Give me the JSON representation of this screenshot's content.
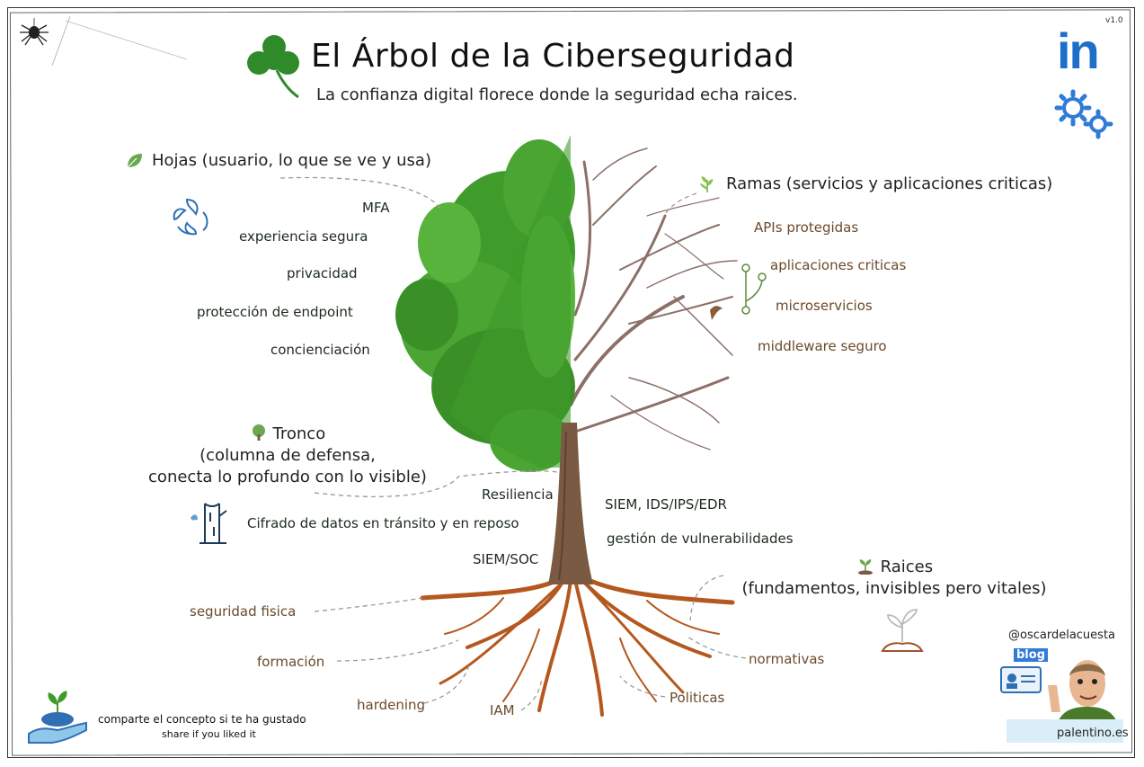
{
  "header": {
    "title": "El Árbol de la Ciberseguridad",
    "subtitle": "La confianza digital florece donde la seguridad echa raices.",
    "version": "v1.0"
  },
  "hojas": {
    "heading": "Hojas (usuario, lo que se ve y usa)",
    "items": [
      "MFA",
      "experiencia segura",
      "privacidad",
      "protección de endpoint",
      "concienciación"
    ]
  },
  "ramas": {
    "heading": "Ramas (servicios y aplicaciones criticas)",
    "items": [
      "APIs protegidas",
      "aplicaciones criticas",
      "microservicios",
      "middleware seguro"
    ]
  },
  "tronco": {
    "heading": "Tronco",
    "line2": "(columna de defensa,",
    "line3": "conecta lo profundo con lo visible)",
    "items_left": [
      "Resiliencia",
      "Cifrado de datos en tránsito y en reposo",
      "SIEM/SOC"
    ],
    "items_right": [
      "SIEM, IDS/IPS/EDR",
      "gestión de vulnerabilidades"
    ]
  },
  "raices": {
    "heading": "Raices",
    "line2": "(fundamentos, invisibles pero vitales)",
    "items": [
      "seguridad fisica",
      "formación",
      "hardening",
      "IAM",
      "Politicas",
      "normativas"
    ]
  },
  "footer": {
    "share_es": "comparte el concepto si te ha gustado",
    "share_en": "share if you liked it",
    "handle": "@oscardelacuesta",
    "blog_badge": "blog",
    "site": "palentino.es"
  },
  "logos": {
    "linkedin": "in"
  },
  "colors": {
    "leaf_green": "#3f9b2a",
    "bark_brown": "#7a5a42",
    "root_orange": "#b5581f",
    "linkedin_blue": "#1e6fc9",
    "gear_blue": "#2f7bd6"
  },
  "icons": [
    "spider-icon",
    "clover-icon",
    "linkedin-icon",
    "gears-icon",
    "leaf-icon",
    "recycle-leaves-icon",
    "sprout-icon",
    "tree-icon",
    "trunk-icon",
    "seedling-icon",
    "plant-hand-icon",
    "bird-icon",
    "id-card-icon"
  ]
}
